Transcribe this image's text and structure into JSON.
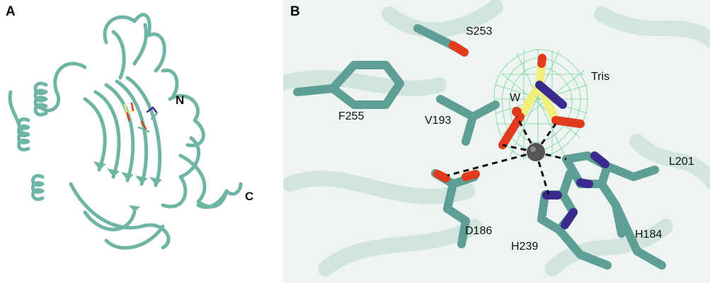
{
  "panel_a": {
    "letter": "A",
    "n_terminus": "N",
    "c_terminus": "C"
  },
  "panel_b": {
    "letter": "B",
    "residues": {
      "s253": "S253",
      "f255": "F255",
      "v193": "V193",
      "tris": "Tris",
      "water": "W",
      "l201": "L201",
      "d186": "D186",
      "h239": "H239",
      "h184": "H184"
    }
  },
  "colors": {
    "protein_teal": "#6fb5a6",
    "stick_teal": "#5e9f95",
    "ligand_yellow": "#f1ee7c",
    "oxygen_red": "#e23a1c",
    "nitrogen_blue": "#3b2a8e",
    "density_mesh_green": "#5fcf8a",
    "metal_gray": "#555555"
  }
}
